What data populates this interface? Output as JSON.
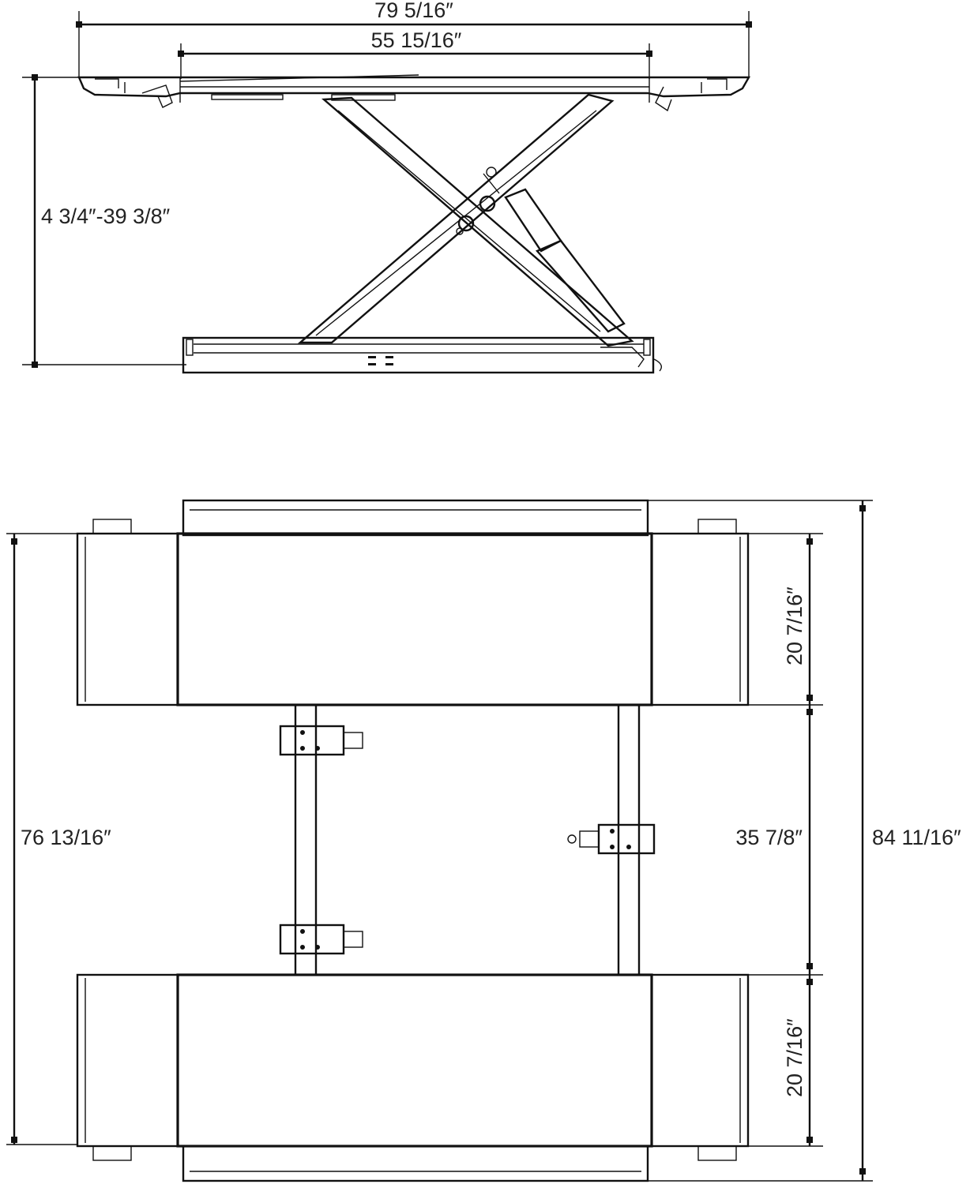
{
  "side_view": {
    "overall_length": "79 5/16″",
    "platform_length": "55 15/16″",
    "height_range": "4 3/4″-39 3/8″"
  },
  "top_view": {
    "overall_width": "76 13/16″",
    "overall_length": "84 11/16″",
    "platform_width_upper": "20 7/16″",
    "inner_gap": "35 7/8″",
    "platform_width_lower": "20 7/16″"
  }
}
